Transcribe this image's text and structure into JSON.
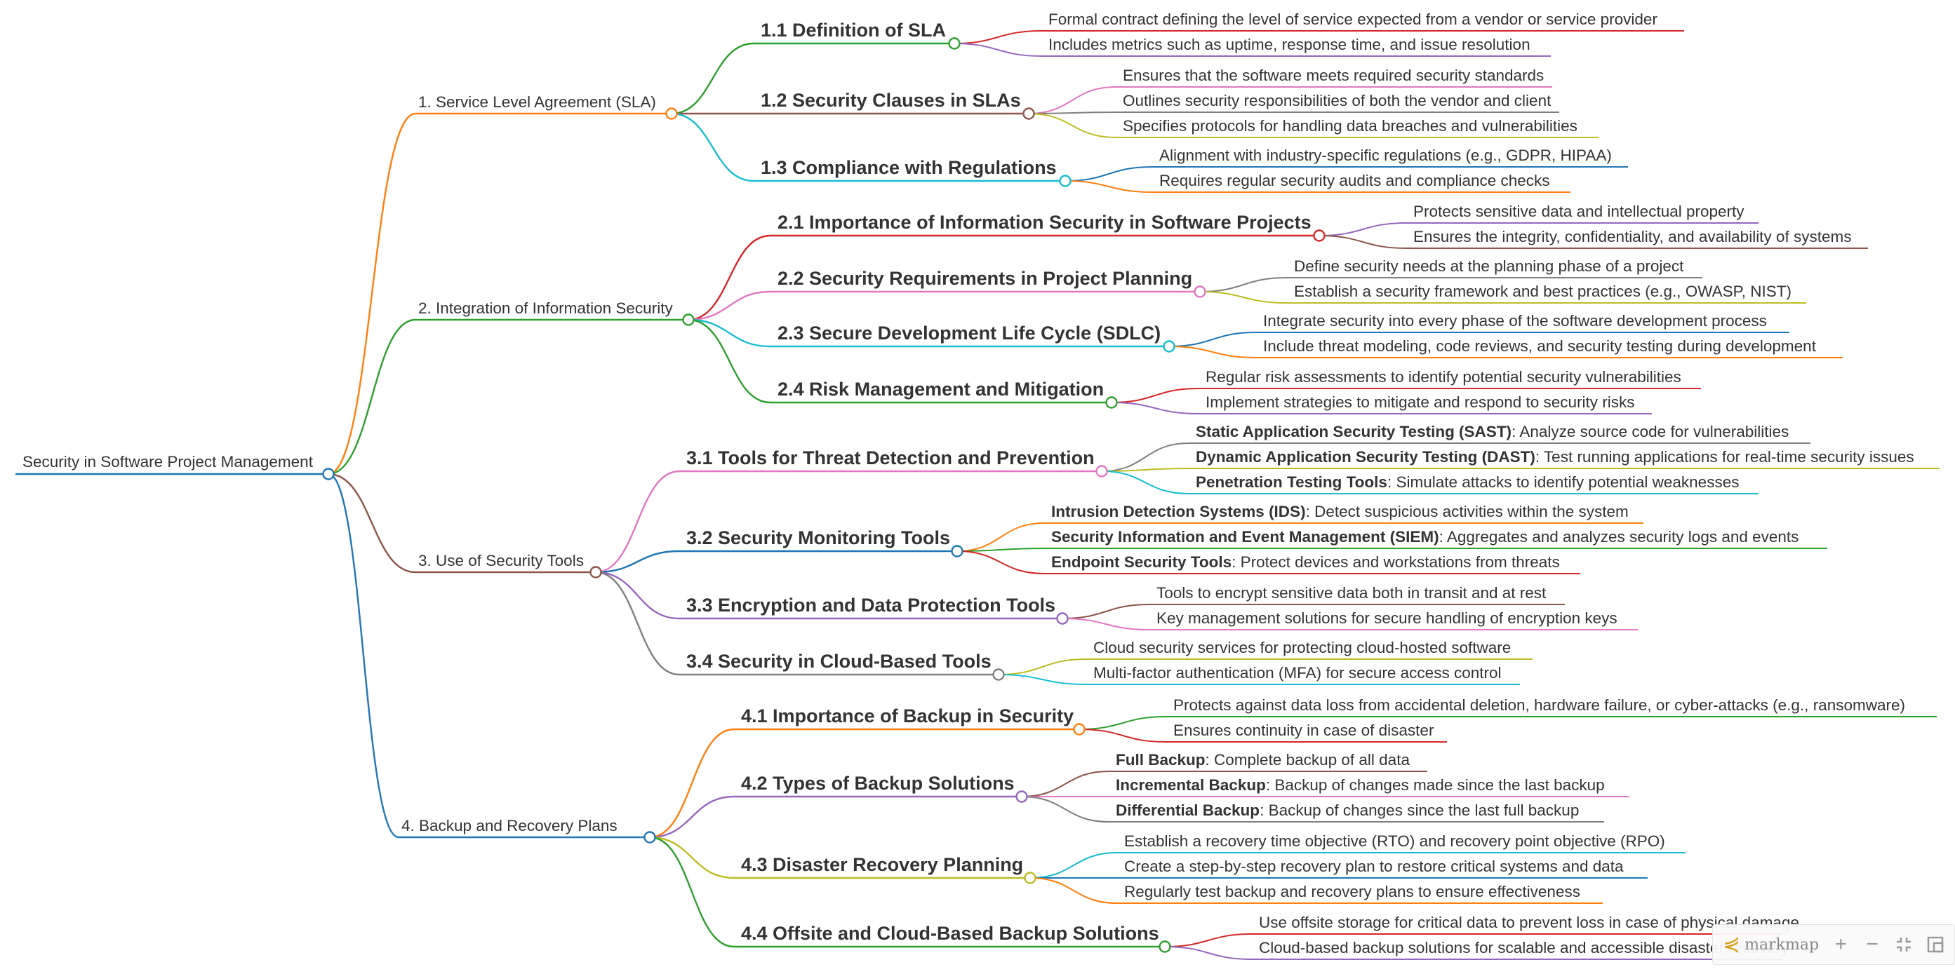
{
  "app": {
    "brand": "markmap",
    "brand_icon": "markmap-logo-icon"
  },
  "toolbar": {
    "buttons": [
      {
        "name": "zoom-in-button",
        "icon": "plus-icon",
        "glyph": "+"
      },
      {
        "name": "zoom-out-button",
        "icon": "minus-icon",
        "glyph": "−"
      },
      {
        "name": "fit-button",
        "icon": "fit-screen-icon",
        "glyph": ""
      },
      {
        "name": "recurse-button",
        "icon": "expand-toggle-icon",
        "glyph": ""
      }
    ]
  },
  "colors": {
    "orange": "#ff7f0e",
    "green": "#2ca02c",
    "red": "#d62728",
    "purple": "#9467bd",
    "brown": "#8c564b",
    "pink": "#e377c2",
    "gray": "#7f7f7f",
    "olive": "#bcbd22",
    "cyan": "#17becf",
    "blue": "#1f77b4"
  },
  "mindmap": {
    "root": {
      "label": "Security in Software Project Management",
      "color": "#1f77b4"
    },
    "sections": [
      {
        "label": "1. Service Level Agreement (SLA)",
        "color": "#ff7f0e",
        "subsections": [
          {
            "label": "1.1 Definition of SLA",
            "color": "#2ca02c",
            "items": [
              {
                "strong": "",
                "text": "Formal contract defining the level of service expected from a vendor or service provider",
                "color": "#d62728"
              },
              {
                "strong": "",
                "text": "Includes metrics such as uptime, response time, and issue resolution",
                "color": "#9467bd"
              }
            ]
          },
          {
            "label": "1.2 Security Clauses in SLAs",
            "color": "#8c564b",
            "items": [
              {
                "strong": "",
                "text": "Ensures that the software meets required security standards",
                "color": "#e377c2"
              },
              {
                "strong": "",
                "text": "Outlines security responsibilities of both the vendor and client",
                "color": "#7f7f7f"
              },
              {
                "strong": "",
                "text": "Specifies protocols for handling data breaches and vulnerabilities",
                "color": "#bcbd22"
              }
            ]
          },
          {
            "label": "1.3 Compliance with Regulations",
            "color": "#17becf",
            "items": [
              {
                "strong": "",
                "text": "Alignment with industry-specific regulations (e.g., GDPR, HIPAA)",
                "color": "#1f77b4"
              },
              {
                "strong": "",
                "text": "Requires regular security audits and compliance checks",
                "color": "#ff7f0e"
              }
            ]
          }
        ]
      },
      {
        "label": "2. Integration of Information Security",
        "color": "#2ca02c",
        "subsections": [
          {
            "label": "2.1 Importance of Information Security in Software Projects",
            "color": "#d62728",
            "items": [
              {
                "strong": "",
                "text": "Protects sensitive data and intellectual property",
                "color": "#9467bd"
              },
              {
                "strong": "",
                "text": "Ensures the integrity, confidentiality, and availability of systems",
                "color": "#8c564b"
              }
            ]
          },
          {
            "label": "2.2 Security Requirements in Project Planning",
            "color": "#e377c2",
            "items": [
              {
                "strong": "",
                "text": "Define security needs at the planning phase of a project",
                "color": "#7f7f7f"
              },
              {
                "strong": "",
                "text": "Establish a security framework and best practices (e.g., OWASP, NIST)",
                "color": "#bcbd22"
              }
            ]
          },
          {
            "label": "2.3 Secure Development Life Cycle (SDLC)",
            "color": "#17becf",
            "items": [
              {
                "strong": "",
                "text": "Integrate security into every phase of the software development process",
                "color": "#1f77b4"
              },
              {
                "strong": "",
                "text": "Include threat modeling, code reviews, and security testing during development",
                "color": "#ff7f0e"
              }
            ]
          },
          {
            "label": "2.4 Risk Management and Mitigation",
            "color": "#2ca02c",
            "items": [
              {
                "strong": "",
                "text": "Regular risk assessments to identify potential security vulnerabilities",
                "color": "#d62728"
              },
              {
                "strong": "",
                "text": "Implement strategies to mitigate and respond to security risks",
                "color": "#9467bd"
              }
            ]
          }
        ]
      },
      {
        "label": "3. Use of Security Tools",
        "color": "#8c564b",
        "subsections": [
          {
            "label": "3.1 Tools for Threat Detection and Prevention",
            "color": "#e377c2",
            "items": [
              {
                "strong": "Static Application Security Testing (SAST)",
                "text": ": Analyze source code for vulnerabilities",
                "color": "#7f7f7f"
              },
              {
                "strong": "Dynamic Application Security Testing (DAST)",
                "text": ": Test running applications for real-time security issues",
                "color": "#bcbd22"
              },
              {
                "strong": "Penetration Testing Tools",
                "text": ": Simulate attacks to identify potential weaknesses",
                "color": "#17becf"
              }
            ]
          },
          {
            "label": "3.2 Security Monitoring Tools",
            "color": "#1f77b4",
            "items": [
              {
                "strong": "Intrusion Detection Systems (IDS)",
                "text": ": Detect suspicious activities within the system",
                "color": "#ff7f0e"
              },
              {
                "strong": "Security Information and Event Management (SIEM)",
                "text": ": Aggregates and analyzes security logs and events",
                "color": "#2ca02c"
              },
              {
                "strong": "Endpoint Security Tools",
                "text": ": Protect devices and workstations from threats",
                "color": "#d62728"
              }
            ]
          },
          {
            "label": "3.3 Encryption and Data Protection Tools",
            "color": "#9467bd",
            "items": [
              {
                "strong": "",
                "text": "Tools to encrypt sensitive data both in transit and at rest",
                "color": "#8c564b"
              },
              {
                "strong": "",
                "text": "Key management solutions for secure handling of encryption keys",
                "color": "#e377c2"
              }
            ]
          },
          {
            "label": "3.4 Security in Cloud-Based Tools",
            "color": "#7f7f7f",
            "items": [
              {
                "strong": "",
                "text": "Cloud security services for protecting cloud-hosted software",
                "color": "#bcbd22"
              },
              {
                "strong": "",
                "text": "Multi-factor authentication (MFA) for secure access control",
                "color": "#17becf"
              }
            ]
          }
        ]
      },
      {
        "label": "4. Backup and Recovery Plans",
        "color": "#1f77b4",
        "subsections": [
          {
            "label": "4.1 Importance of Backup in Security",
            "color": "#ff7f0e",
            "items": [
              {
                "strong": "",
                "text": "Protects against data loss from accidental deletion, hardware failure, or cyber-attacks (e.g., ransomware)",
                "color": "#2ca02c"
              },
              {
                "strong": "",
                "text": "Ensures continuity in case of disaster",
                "color": "#d62728"
              }
            ]
          },
          {
            "label": "4.2 Types of Backup Solutions",
            "color": "#9467bd",
            "items": [
              {
                "strong": "Full Backup",
                "text": ": Complete backup of all data",
                "color": "#8c564b"
              },
              {
                "strong": "Incremental Backup",
                "text": ": Backup of changes made since the last backup",
                "color": "#e377c2"
              },
              {
                "strong": "Differential Backup",
                "text": ": Backup of changes since the last full backup",
                "color": "#7f7f7f"
              }
            ]
          },
          {
            "label": "4.3 Disaster Recovery Planning",
            "color": "#bcbd22",
            "items": [
              {
                "strong": "",
                "text": "Establish a recovery time objective (RTO) and recovery point objective (RPO)",
                "color": "#17becf"
              },
              {
                "strong": "",
                "text": "Create a step-by-step recovery plan to restore critical systems and data",
                "color": "#1f77b4"
              },
              {
                "strong": "",
                "text": "Regularly test backup and recovery plans to ensure effectiveness",
                "color": "#ff7f0e"
              }
            ]
          },
          {
            "label": "4.4 Offsite and Cloud-Based Backup Solutions",
            "color": "#2ca02c",
            "items": [
              {
                "strong": "",
                "text": "Use offsite storage for critical data to prevent loss in case of physical damage",
                "color": "#d62728"
              },
              {
                "strong": "",
                "text": "Cloud-based backup solutions for scalable and accessible disaster recovery",
                "color": "#9467bd"
              }
            ]
          }
        ]
      }
    ]
  }
}
